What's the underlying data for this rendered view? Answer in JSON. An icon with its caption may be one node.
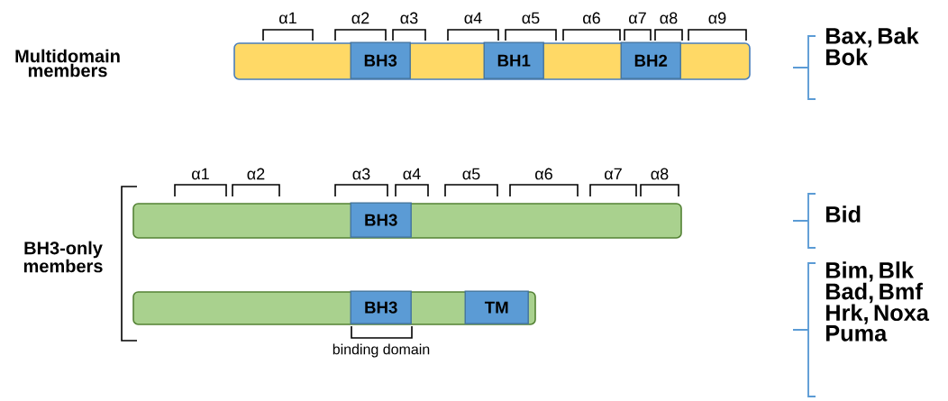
{
  "diagram": {
    "nodes": [
      {
        "text": [],
        "shape": "bar"
      },
      {
        "text": [
          "BH3"
        ],
        "in": 0
      },
      {
        "text": [
          "BH1"
        ],
        "in": 0
      },
      {
        "text": [
          "BH2"
        ],
        "in": 0
      },
      {
        "text": [],
        "shape": "bar"
      },
      {
        "text": [
          "BH3"
        ],
        "in": 4
      },
      {
        "text": [],
        "shape": "bar"
      },
      {
        "text": [
          "BH3"
        ],
        "in": 6
      },
      {
        "text": [
          "TM"
        ],
        "in": 6
      }
    ],
    "labels": [
      "α1",
      "α2",
      "α3",
      "α4",
      "α5",
      "α6",
      "α7",
      "α8",
      "α9",
      "Multidomain members",
      "Bax, Bak Bok",
      "α1",
      "α2",
      "α3",
      "α4",
      "α5",
      "α6",
      "α7",
      "α8",
      "Bid",
      "BH3-only members",
      "Bim, Blk Bad, Bmf Hrk, Noxa Puma",
      "binding domain"
    ]
  }
}
